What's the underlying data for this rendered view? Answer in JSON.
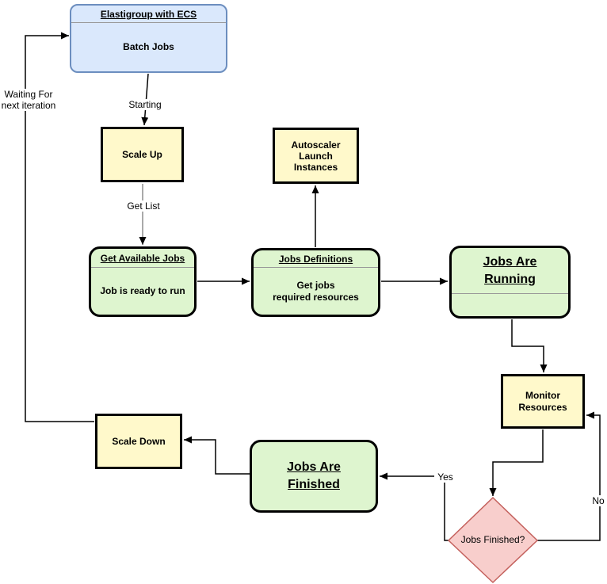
{
  "nodes": {
    "elastigroup": {
      "title": "Elastigroup with ECS",
      "body": "Batch Jobs"
    },
    "scale_up": {
      "label": "Scale Up"
    },
    "autoscaler": {
      "lines": [
        "Autoscaler",
        "Launch",
        "Instances"
      ]
    },
    "get_available_jobs": {
      "title": "Get Available Jobs",
      "body": "Job is ready to run"
    },
    "jobs_definitions": {
      "title": "Jobs Definitions",
      "body_lines": [
        "Get jobs",
        "required resources"
      ]
    },
    "jobs_are_running": {
      "title_lines": [
        "Jobs Are",
        "Running"
      ]
    },
    "monitor_resources": {
      "lines": [
        "Monitor",
        "Resources"
      ]
    },
    "jobs_finished_decision": {
      "label": "Jobs Finished?"
    },
    "jobs_are_finished": {
      "title_lines": [
        "Jobs Are",
        "Finished"
      ]
    },
    "scale_down": {
      "label": "Scale Down"
    }
  },
  "edges": {
    "starting": {
      "label": "Starting"
    },
    "get_list": {
      "label": "Get List"
    },
    "yes": {
      "label": "Yes"
    },
    "no": {
      "label": "No"
    },
    "waiting": {
      "label_lines": [
        "Waiting For",
        "next iteration"
      ]
    }
  },
  "colors": {
    "blue_fill": "#dae8fc",
    "blue_stroke": "#6c8ebf",
    "yellow_fill": "#fff9cb",
    "green_fill": "#def5cf",
    "diamond_fill": "#f8cecc",
    "diamond_stroke": "#c4615d",
    "node_stroke": "#000000",
    "edge_black": "#000000",
    "edge_gray": "#8c8c8c",
    "divider_gray": "#999999"
  }
}
